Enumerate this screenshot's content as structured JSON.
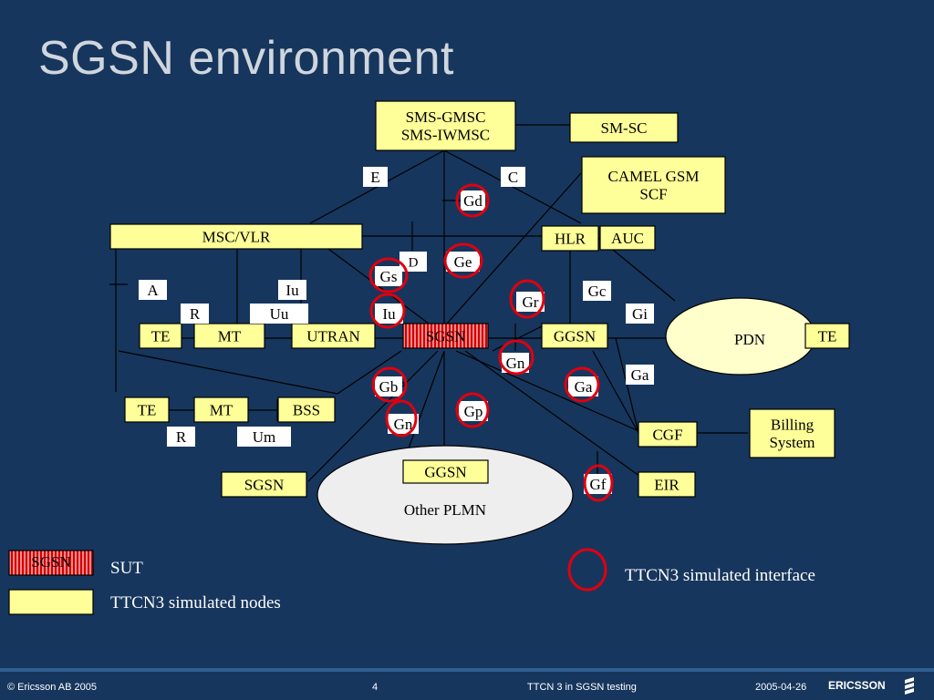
{
  "title": "SGSN environment",
  "colors": {
    "background": "#17365d",
    "node_fill": "#ffff99",
    "label_fill": "#ffffff",
    "pdn_fill": "#ffffcc",
    "plmn_fill": "#eeeeee",
    "sut_fill": "#ff8888",
    "sut_stripe": "#cc0000",
    "circle": "#e0000f",
    "line": "#000000"
  },
  "nodes": {
    "sms_gmsc_line1": "SMS-GMSC",
    "sms_gmsc_line2": "SMS-IWMSC",
    "sm_sc": "SM-SC",
    "camel_line1": "CAMEL GSM",
    "camel_line2": "SCF",
    "msc_vlr": "MSC/VLR",
    "hlr": "HLR",
    "auc": "AUC",
    "te_1": "TE",
    "mt_1": "MT",
    "utran": "UTRAN",
    "sgsn_sut": "SGSN",
    "ggsn_main": "GGSN",
    "pdn": "PDN",
    "te_pdn": "TE",
    "te_2": "TE",
    "mt_2": "MT",
    "bss": "BSS",
    "billing_line1": "Billing",
    "billing_line2": "System",
    "cgf": "CGF",
    "sgsn_other": "SGSN",
    "ggsn_other": "GGSN",
    "other_plmn": "Other PLMN",
    "eir": "EIR"
  },
  "interfaces": {
    "E": "E",
    "C": "C",
    "Gd": "Gd",
    "D": "D",
    "Ge": "Ge",
    "Gs": "Gs",
    "Gr": "Gr",
    "Gc": "Gc",
    "A": "A",
    "Iu_1": "Iu",
    "R_1": "R",
    "Uu": "Uu",
    "Iu_2": "Iu",
    "Gi_1": "Gi",
    "Gn_1": "Gn",
    "Ga_1": "Ga",
    "Gb": "Gb",
    "Gp": "Gp",
    "Ga_2": "Ga",
    "R_2": "R",
    "Um": "Um",
    "Gn_2": "Gn",
    "Gf": "Gf"
  },
  "legend": {
    "sut_box": "SGSN",
    "sut_label": "SUT",
    "nodes_label": "TTCN3 simulated nodes",
    "interface_label": "TTCN3 simulated interface"
  },
  "footer": {
    "copyright": "© Ericsson AB 2005",
    "page": "4",
    "topic": "TTCN 3 in SGSN testing",
    "date": "2005-04-26",
    "logo_text": "ERICSSON"
  }
}
